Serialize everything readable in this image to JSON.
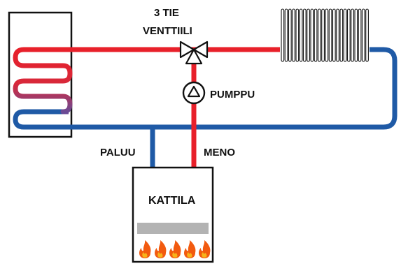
{
  "labels": {
    "valve_line1": "3 TIE",
    "valve_line2": "VENTTIILI",
    "pump": "PUMPPU",
    "return": "PALUU",
    "supply": "MENO",
    "boiler": "KATTILA"
  },
  "colors": {
    "hot_pipe": "#e8202a",
    "cold_pipe": "#1f5aa6",
    "outline": "#111111",
    "burner_bar": "#b3b3b3",
    "flame_outer": "#f25a0f",
    "flame_inner": "#f7b21a"
  },
  "icons": {
    "valve": "three-way-valve-icon",
    "pump": "pump-icon",
    "radiator": "radiator-icon",
    "flame": "flame-icon"
  }
}
